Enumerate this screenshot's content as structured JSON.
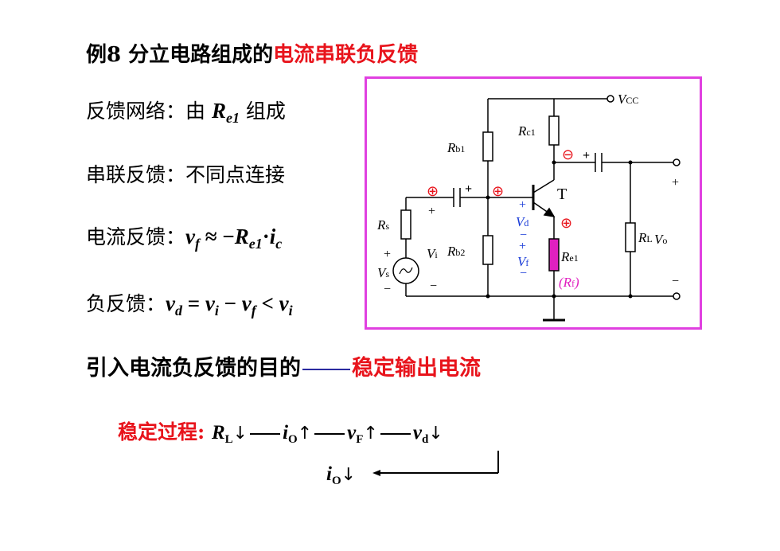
{
  "title": {
    "black": "例8 分立电路组成的",
    "red": "电流串联负反馈"
  },
  "lines": [
    {
      "label": "反馈网络：由 ",
      "math_main": "R",
      "math_sub": "e1",
      "suffix": " 组成"
    },
    {
      "label": "串联反馈：不同点连接"
    },
    {
      "label": "电流反馈：",
      "math": "v",
      "sub_f": "f",
      "approx": " ≈ −",
      "R": "R",
      "sub_e1": "e1",
      "dot": "·",
      "i": "i",
      "sub_c": "c"
    },
    {
      "label": "负反馈：",
      "vd": "v",
      "sub_d": "d",
      "eq": " = ",
      "vi": "v",
      "sub_i": "i",
      "minus": " − ",
      "vf": "v",
      "sub_f": "f",
      "lt": " < ",
      "vi2": "v",
      "sub_i2": "i"
    }
  ],
  "purpose": {
    "black": "引入电流负反馈的目的",
    "red": "稳定输出电流"
  },
  "process": {
    "label": "稳定过程:",
    "rl": "R",
    "rl_sub": "L",
    "down": "↓",
    "io": "i",
    "io_sub": "O",
    "up": "↑",
    "vf": "v",
    "vf_sub": "F",
    "vd": "v",
    "vd_sub": "d",
    "io2": "i",
    "io2_sub": "O"
  },
  "circuit": {
    "border_color": "#e040e0",
    "vcc": "V",
    "vcc_sub": "CC",
    "rb1": "R",
    "rb1_sub": "b1",
    "rb2": "R",
    "rb2_sub": "b2",
    "rc1": "R",
    "rc1_sub": "c1",
    "rs": "R",
    "rs_sub": "s",
    "re1": "R",
    "re1_sub": "e1",
    "rf": "(R",
    "rf_sub": "f",
    "rf_close": ")",
    "rl": "R",
    "rl_sub": "L",
    "transistor": "T",
    "vs": "V",
    "vs_sub": "s",
    "vi": "V",
    "vi_sub": "i",
    "vo": "V",
    "vo_sub": "o",
    "vd": "V",
    "vd_sub": "d",
    "vf": "V",
    "vf_sub": "f",
    "plus": "+",
    "minus": "−",
    "circled_plus": "⊕",
    "circled_minus": "⊖"
  }
}
